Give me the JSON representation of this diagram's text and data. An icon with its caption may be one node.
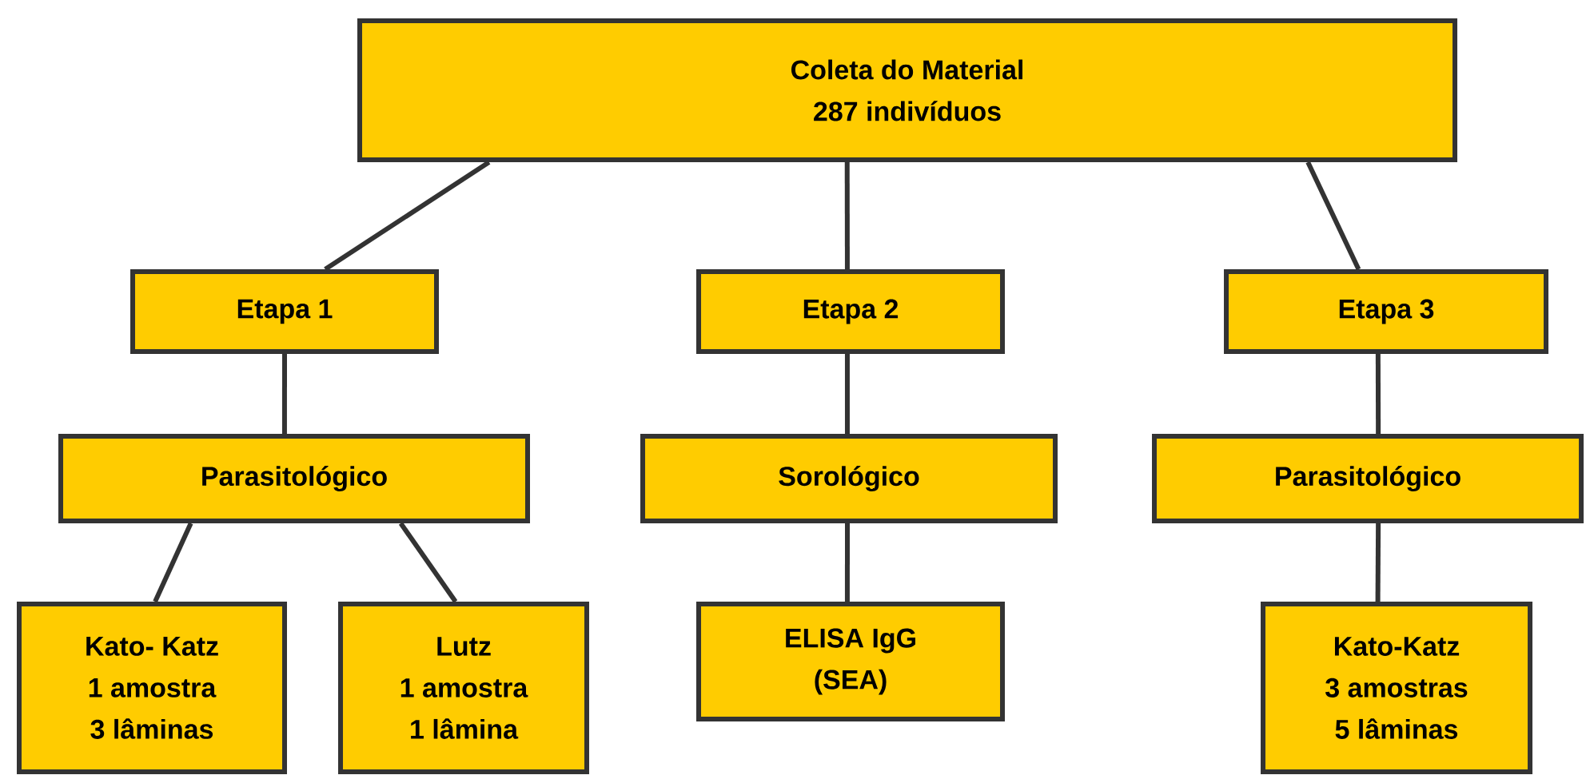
{
  "diagram": {
    "nodes": [
      {
        "text": [
          "Coleta do Material",
          "287 indivíduos"
        ]
      },
      {
        "text": [
          "Etapa 1"
        ]
      },
      {
        "text": [
          "Etapa 2"
        ]
      },
      {
        "text": [
          "Etapa 3"
        ]
      },
      {
        "text": [
          "Parasitológico"
        ]
      },
      {
        "text": [
          "Sorológico"
        ]
      },
      {
        "text": [
          "Parasitológico"
        ]
      },
      {
        "text": [
          "Kato- Katz",
          "1 amostra",
          "3 lâminas"
        ]
      },
      {
        "text": [
          "Lutz",
          "1 amostra",
          "1 lâmina"
        ]
      },
      {
        "text": [
          "ELISA IgG",
          "(SEA)"
        ]
      },
      {
        "text": [
          "Kato-Katz",
          "3 amostras",
          "5 lâminas"
        ]
      }
    ],
    "edges": [
      {
        "from": 0,
        "to": 1,
        "arrow": "none"
      },
      {
        "from": 0,
        "to": 2,
        "arrow": "none"
      },
      {
        "from": 0,
        "to": 3,
        "arrow": "none"
      },
      {
        "from": 1,
        "to": 4,
        "arrow": "none"
      },
      {
        "from": 2,
        "to": 5,
        "arrow": "none"
      },
      {
        "from": 3,
        "to": 6,
        "arrow": "none"
      },
      {
        "from": 4,
        "to": 7,
        "arrow": "none"
      },
      {
        "from": 4,
        "to": 8,
        "arrow": "none"
      },
      {
        "from": 5,
        "to": 9,
        "arrow": "none"
      },
      {
        "from": 6,
        "to": 10,
        "arrow": "none"
      }
    ]
  }
}
